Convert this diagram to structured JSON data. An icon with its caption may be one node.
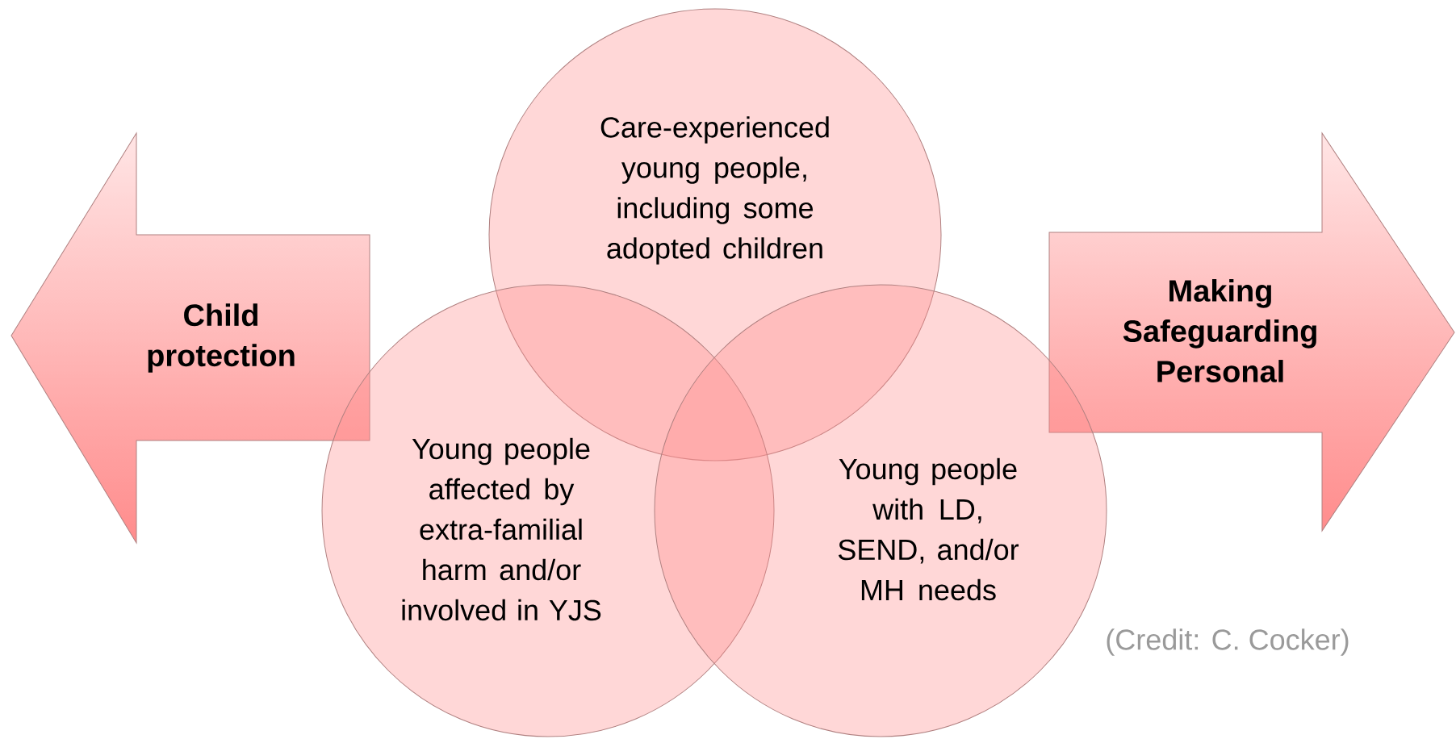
{
  "diagram": {
    "nodes": [
      {
        "text": [
          "Care-experienced young people, including some adopted children"
        ]
      },
      {
        "text": [
          "Child protection"
        ]
      },
      {
        "text": [
          "Making Safeguarding Personal"
        ]
      },
      {
        "text": [
          "Young people affected by extra-familial harm and/or involved in YJS"
        ]
      },
      {
        "text": [
          "Young people with LD, SEND, and/or  MH needs"
        ]
      }
    ],
    "labels": [
      "(Credit: C. Cocker)"
    ]
  }
}
